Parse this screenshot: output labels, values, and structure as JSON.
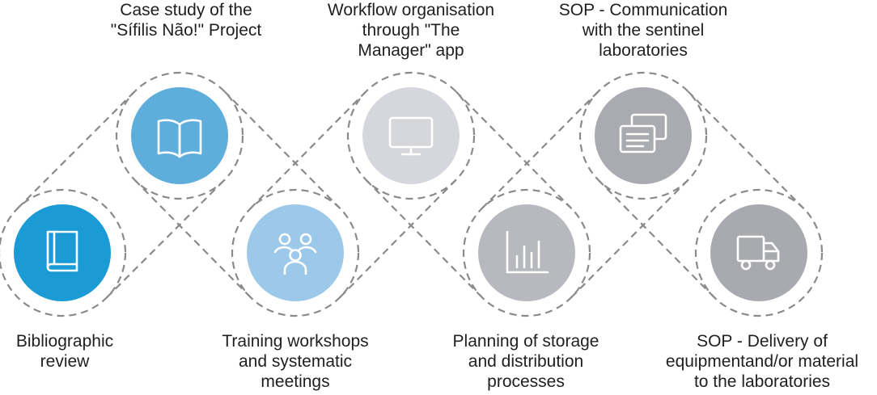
{
  "steps": [
    {
      "id": "bibliographic-review",
      "label": "Bibliographic\nreview",
      "color": "#1b9bd6",
      "icon": "book-icon"
    },
    {
      "id": "case-study",
      "label": "Case study of the\n\"Sífilis Não!\" Project",
      "color": "#5eaedc",
      "icon": "open-book-icon"
    },
    {
      "id": "training-workshops",
      "label": "Training workshops\nand systematic\nmeetings",
      "color": "#9cc9ea",
      "icon": "people-icon"
    },
    {
      "id": "workflow-organisation",
      "label": "Workflow organisation\nthrough \"The\nManager\" app",
      "color": "#d5d7dd",
      "icon": "monitor-icon"
    },
    {
      "id": "planning-storage",
      "label": "Planning of storage\nand distribution\nprocesses",
      "color": "#b7b9be",
      "icon": "bar-chart-icon"
    },
    {
      "id": "sop-communication",
      "label": "SOP - Communication\nwith the sentinel\nlaboratories",
      "color": "#a9abb0",
      "icon": "messages-icon"
    },
    {
      "id": "sop-delivery",
      "label": "SOP - Delivery of\nequipmentand/or material\nto the laboratories",
      "color": "#a8aaaf",
      "icon": "truck-icon"
    }
  ],
  "connector_color": "#8a8a8a",
  "icon_stroke_color": "#ffffff"
}
